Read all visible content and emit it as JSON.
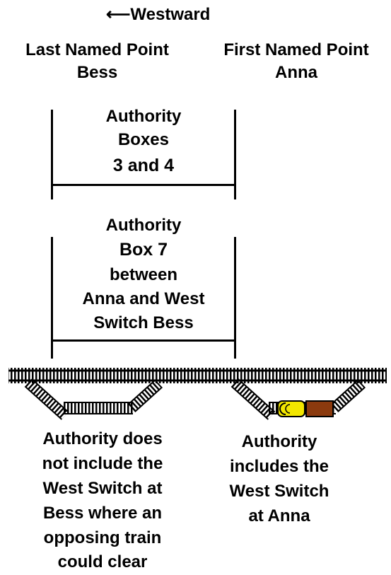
{
  "direction": {
    "arrow": "⟵",
    "label": "Westward"
  },
  "left_point": {
    "heading": "Last Named Point",
    "name": "Bess"
  },
  "right_point": {
    "heading": "First Named Point",
    "name": "Anna"
  },
  "authority_boxes": {
    "line1": "Authority",
    "line2": "Boxes",
    "line3": "3 and 4"
  },
  "authority_box7": {
    "line1": "Authority",
    "line2": "Box 7",
    "line3": "between",
    "line4": "Anna and West",
    "line5": "Switch Bess"
  },
  "caption_left": {
    "lines": [
      "Authority does",
      "not include the",
      "West Switch at",
      "Bess where an",
      "opposing train",
      "could clear"
    ]
  },
  "caption_right": {
    "lines": [
      "Authority",
      "includes the",
      "West Switch",
      "at Anna"
    ]
  },
  "colors": {
    "locomotive": "#f2e600",
    "car": "#8b3a0e",
    "track": "#000000"
  }
}
